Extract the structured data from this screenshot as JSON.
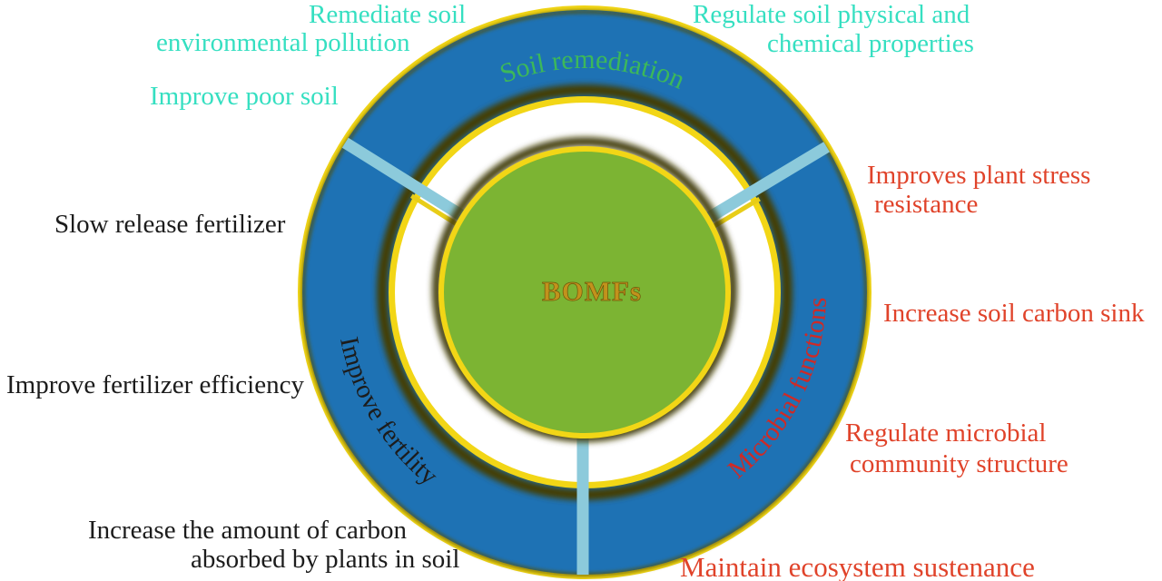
{
  "figure": {
    "center_label": "BOMFs",
    "sectors": [
      {
        "label": "Soil remediation",
        "color": "#3cb85a"
      },
      {
        "label": "Microbial functions",
        "color": "#cf2a26"
      },
      {
        "label": "Improve fertility",
        "color": "#1c1c1c"
      }
    ],
    "callouts": {
      "remediate": {
        "lines": [
          "Remediate soil",
          "environmental pollution"
        ]
      },
      "poor_soil": {
        "lines": [
          "Improve poor soil"
        ]
      },
      "regulate_soil": {
        "lines": [
          "Regulate soil physical and",
          "chemical properties"
        ]
      },
      "plant_stress": {
        "lines": [
          "Improves plant stress",
          "resistance"
        ]
      },
      "carbon_sink": {
        "lines": [
          "Increase soil carbon sink"
        ]
      },
      "microbial_community": {
        "lines": [
          "Regulate microbial",
          "community structure"
        ]
      },
      "ecosystem": {
        "lines": [
          "Maintain ecosystem sustenance"
        ]
      },
      "slow_release": {
        "lines": [
          "Slow release fertilizer"
        ]
      },
      "fertilizer_efficiency": {
        "lines": [
          "Improve fertilizer efficiency"
        ]
      },
      "carbon_absorbed": {
        "lines": [
          "Increase the amount of carbon",
          "absorbed by plants in soil"
        ]
      }
    },
    "colors": {
      "ring_blue": "#1e72b4",
      "ring_border_yellow": "#f2d616",
      "center_green": "#7cb433",
      "divider_cyan": "#8ccadb",
      "center_label_gold": "#c2921c",
      "callout_turquoise": "#35dfc1",
      "callout_red": "#e0432a",
      "callout_black": "#1c1c1c"
    }
  }
}
